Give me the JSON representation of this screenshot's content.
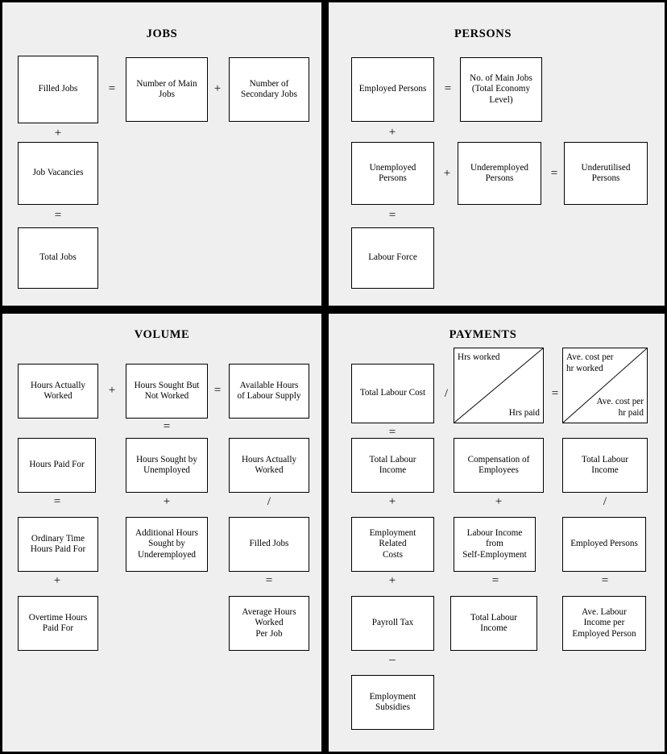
{
  "quadrants": {
    "jobs": {
      "title": "JOBS",
      "boxes": [
        {
          "name": "filled-jobs",
          "label": "Filled Jobs"
        },
        {
          "name": "number-of-main-jobs",
          "label": "Number of Main\nJobs"
        },
        {
          "name": "number-of-secondary-jobs",
          "label": "Number of\nSecondary Jobs"
        },
        {
          "name": "job-vacancies",
          "label": "Job Vacancies"
        },
        {
          "name": "total-jobs",
          "label": "Total Jobs"
        }
      ],
      "operators": [
        {
          "name": "op-equals-filled-jobs",
          "symbol": "="
        },
        {
          "name": "op-plus-main-secondary",
          "symbol": "+"
        },
        {
          "name": "op-plus-filled-vacancies",
          "symbol": "+"
        },
        {
          "name": "op-equals-total-jobs",
          "symbol": "="
        }
      ]
    },
    "persons": {
      "title": "PERSONS",
      "boxes": [
        {
          "name": "employed-persons",
          "label": "Employed Persons"
        },
        {
          "name": "no-of-main-jobs-total-economy",
          "label": "No. of Main Jobs\n(Total Economy\nLevel)"
        },
        {
          "name": "unemployed-persons",
          "label": "Unemployed\nPersons"
        },
        {
          "name": "underemployed-persons",
          "label": "Underemployed\nPersons"
        },
        {
          "name": "underutilised-persons",
          "label": "Underutilised\nPersons"
        },
        {
          "name": "labour-force",
          "label": "Labour Force"
        }
      ],
      "operators": [
        {
          "name": "op-equals-employed-persons",
          "symbol": "="
        },
        {
          "name": "op-plus-employed-unemployed",
          "symbol": "+"
        },
        {
          "name": "op-plus-unemployed-underemployed",
          "symbol": "+"
        },
        {
          "name": "op-equals-underutilised",
          "symbol": "="
        },
        {
          "name": "op-equals-labour-force",
          "symbol": "="
        }
      ]
    },
    "volume": {
      "title": "VOLUME",
      "boxes": [
        {
          "name": "hours-actually-worked",
          "label": "Hours Actually\nWorked"
        },
        {
          "name": "hours-sought-but-not-worked",
          "label": "Hours Sought But\nNot Worked"
        },
        {
          "name": "available-hours-of-labour-supply",
          "label": "Available Hours\nof Labour Supply"
        },
        {
          "name": "hours-paid-for",
          "label": "Hours Paid For"
        },
        {
          "name": "hours-sought-by-unemployed",
          "label": "Hours Sought by\nUnemployed"
        },
        {
          "name": "hours-actually-worked-2",
          "label": "Hours Actually\nWorked"
        },
        {
          "name": "ordinary-time-hours-paid-for",
          "label": "Ordinary Time\nHours Paid For"
        },
        {
          "name": "additional-hours-sought-by-underemployed",
          "label": "Additional Hours\nSought by\nUnderemployed"
        },
        {
          "name": "filled-jobs-volume",
          "label": "Filled Jobs"
        },
        {
          "name": "overtime-hours-paid-for",
          "label": "Overtime Hours\nPaid For"
        },
        {
          "name": "average-hours-worked-per-job",
          "label": "Average Hours\nWorked\nPer Job"
        }
      ],
      "operators": [
        {
          "name": "op-plus-worked-sought",
          "symbol": "+"
        },
        {
          "name": "op-equals-available-hours",
          "symbol": "="
        },
        {
          "name": "op-equals-sought-breakdown",
          "symbol": "="
        },
        {
          "name": "op-equals-hours-paid-for",
          "symbol": "="
        },
        {
          "name": "op-plus-sought-unemployed-underemployed",
          "symbol": "+"
        },
        {
          "name": "op-divide-hours-filled-jobs",
          "symbol": "/"
        },
        {
          "name": "op-plus-ordinary-overtime",
          "symbol": "+"
        },
        {
          "name": "op-equals-average-hours",
          "symbol": "="
        }
      ]
    },
    "payments": {
      "title": "PAYMENTS",
      "boxes": [
        {
          "name": "total-labour-cost",
          "label": "Total Labour Cost"
        },
        {
          "name": "total-labour-income-1",
          "label": "Total Labour\nIncome"
        },
        {
          "name": "compensation-of-employees",
          "label": "Compensation of\nEmployees"
        },
        {
          "name": "total-labour-income-2",
          "label": "Total Labour\nIncome"
        },
        {
          "name": "employment-related-costs",
          "label": "Employment\nRelated\nCosts"
        },
        {
          "name": "labour-income-from-self-employment",
          "label": "Labour Income\nfrom\nSelf-Employment"
        },
        {
          "name": "employed-persons-payments",
          "label": "Employed Persons"
        },
        {
          "name": "payroll-tax",
          "label": "Payroll Tax"
        },
        {
          "name": "total-labour-income-3",
          "label": "Total Labour\nIncome"
        },
        {
          "name": "ave-labour-income-per-employed-person",
          "label": "Ave. Labour\nIncome per\nEmployed Person"
        },
        {
          "name": "employment-subsidies",
          "label": "Employment\nSubsidies"
        }
      ],
      "split_boxes": [
        {
          "name": "hrs-worked-hrs-paid",
          "top_label": "Hrs worked",
          "bottom_label": "Hrs paid"
        },
        {
          "name": "ave-cost-per-hr",
          "top_label": "Ave. cost per\nhr worked",
          "bottom_label": "Ave. cost per\nhr paid"
        }
      ],
      "operators": [
        {
          "name": "op-divide-cost-hours",
          "symbol": "/"
        },
        {
          "name": "op-equals-ave-cost",
          "symbol": "="
        },
        {
          "name": "op-equals-total-labour-income",
          "symbol": "="
        },
        {
          "name": "op-plus-income-employment-costs",
          "symbol": "+"
        },
        {
          "name": "op-plus-compensation-selfemployment",
          "symbol": "+"
        },
        {
          "name": "op-divide-income-persons",
          "symbol": "/"
        },
        {
          "name": "op-plus-costs-payroll",
          "symbol": "+"
        },
        {
          "name": "op-equals-total-income-mid",
          "symbol": "="
        },
        {
          "name": "op-equals-ave-income",
          "symbol": "="
        },
        {
          "name": "op-minus-payroll-subsidies",
          "symbol": "–"
        }
      ]
    }
  },
  "colors": {
    "background": "#efefef",
    "box_fill": "#ffffff",
    "border": "#000000",
    "divider": "#000000"
  }
}
